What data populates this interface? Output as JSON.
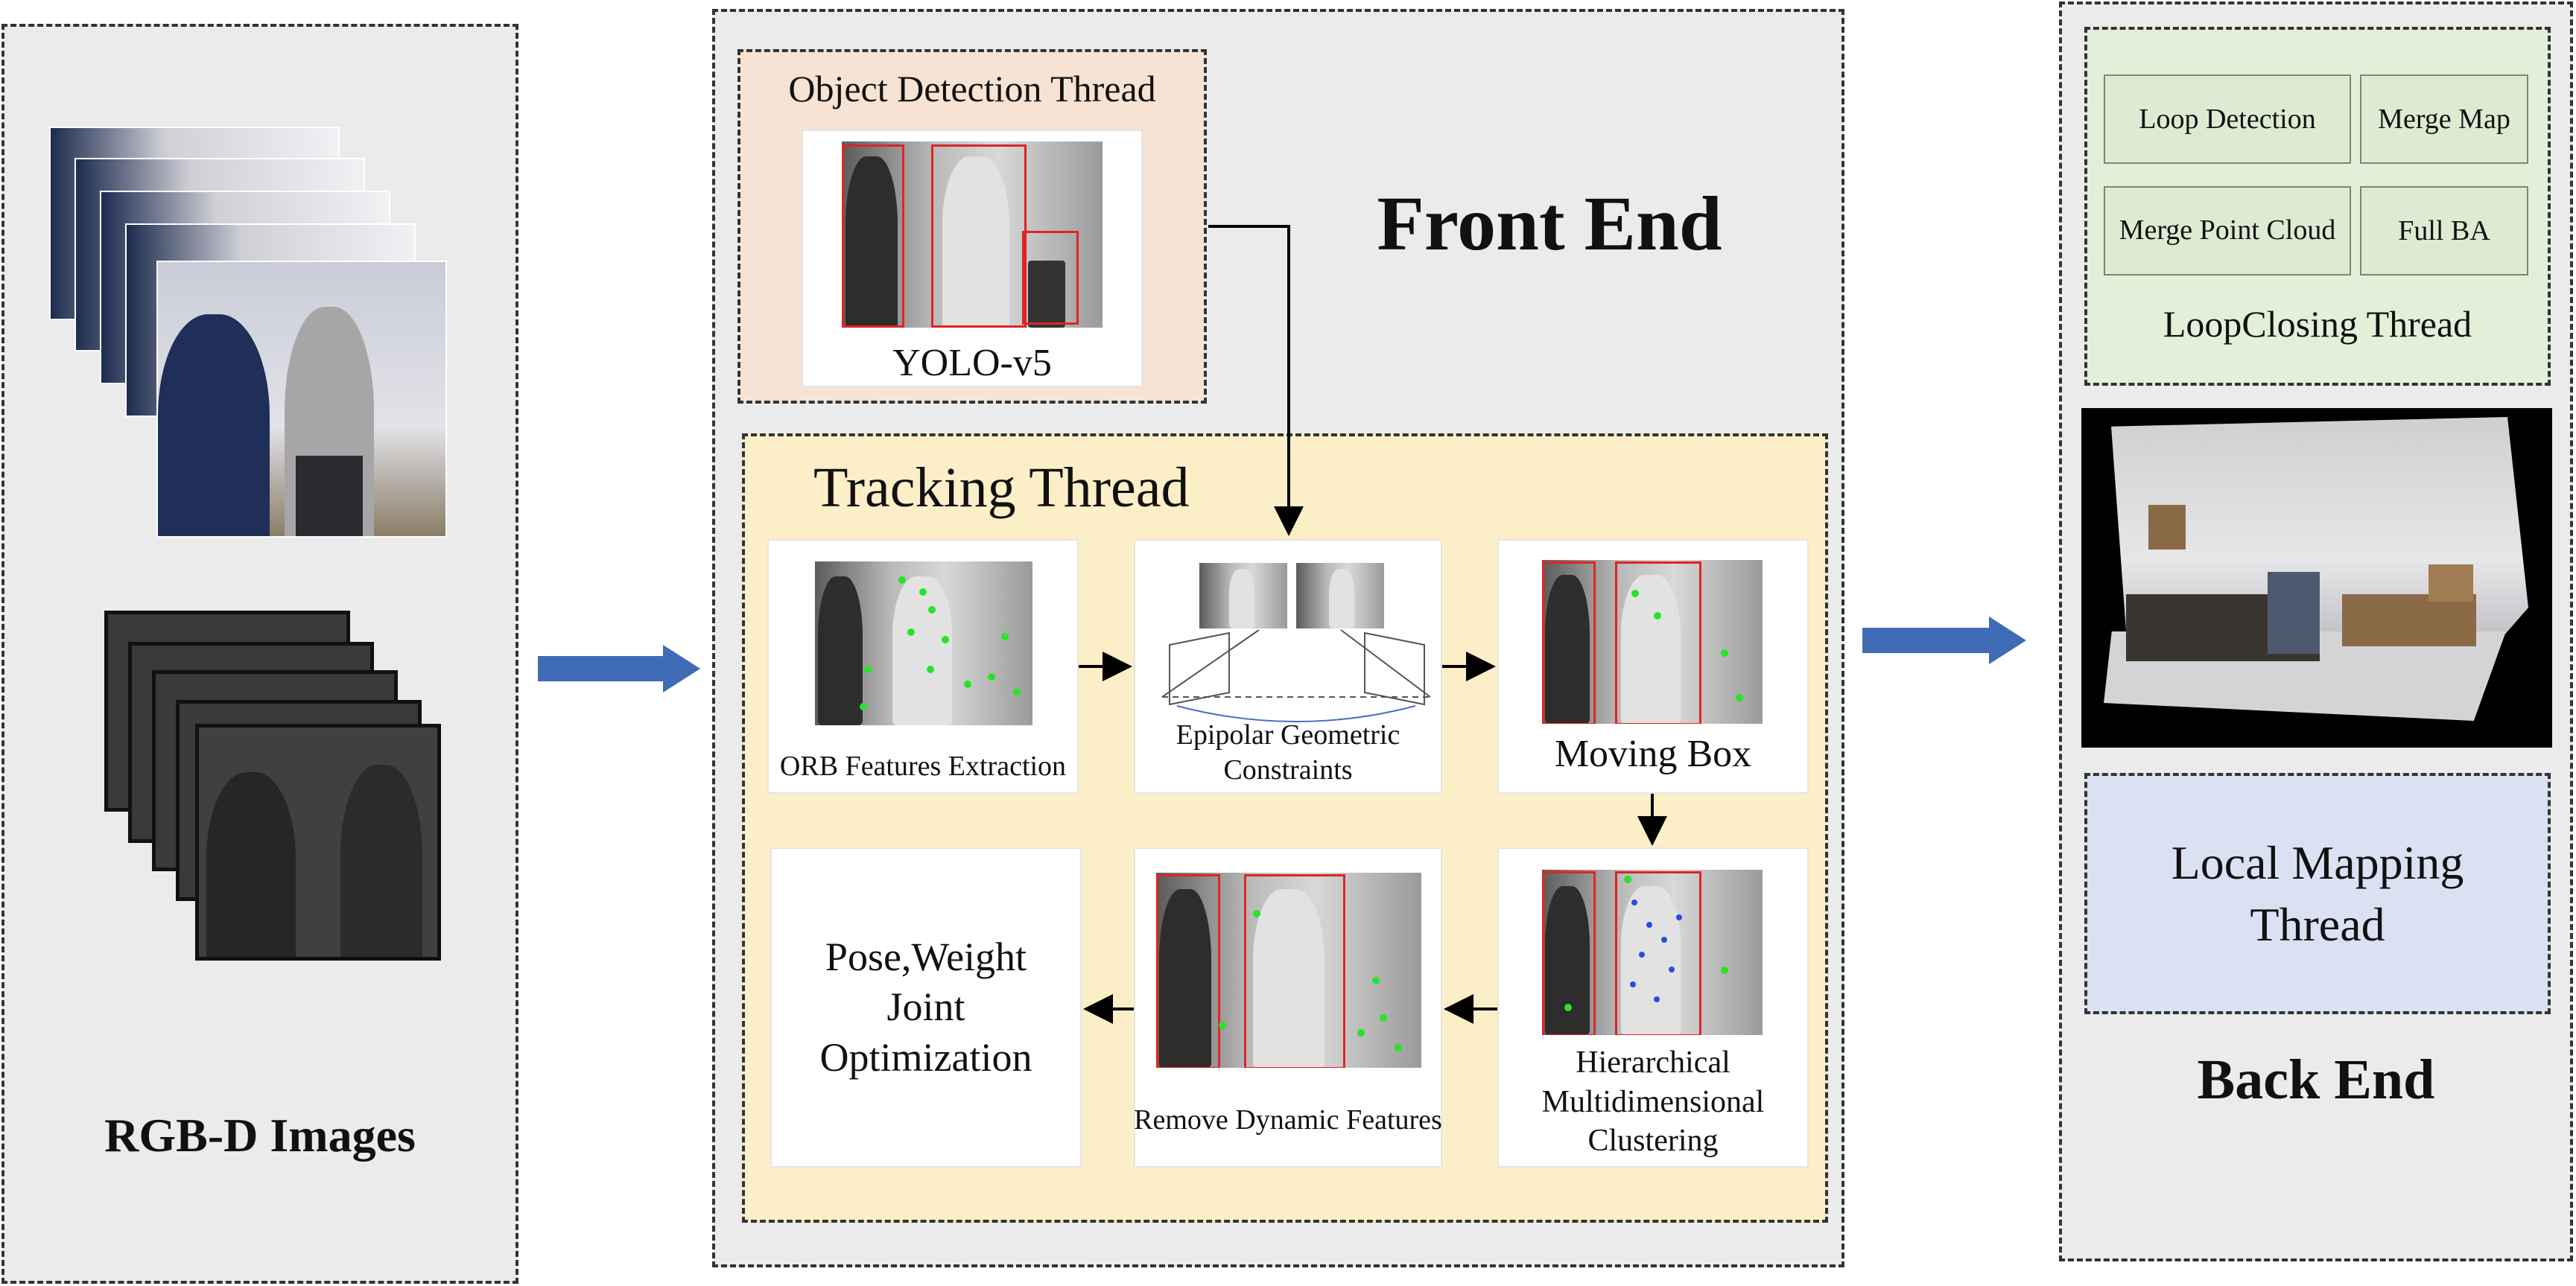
{
  "input": {
    "title": "RGB-D Images"
  },
  "front_end": {
    "title": "Front End",
    "object_detection": {
      "title": "Object Detection Thread",
      "model_label": "YOLO-v5"
    },
    "tracking": {
      "title": "Tracking Thread",
      "steps": {
        "orb": "ORB Features Extraction",
        "epipolar": "Epipolar Geometric Constraints",
        "moving_box": "Moving Box",
        "clustering": "Hierarchical Multidimensional Clustering",
        "remove": "Remove Dynamic Features",
        "pose": "Pose,Weight Joint Optimization"
      }
    }
  },
  "back_end": {
    "title": "Back End",
    "loop_closing": {
      "title": "LoopClosing Thread",
      "items": [
        "Loop Detection",
        "Merge Map",
        "Merge Point Cloud",
        "Full BA"
      ]
    },
    "local_mapping": {
      "title": "Local Mapping Thread"
    }
  },
  "colors": {
    "panel_gray": "#ebebeb",
    "object_detection_bg": "#f7e3d3",
    "tracking_bg": "#fcefc8",
    "loop_closing_bg": "#e2efd9",
    "local_mapping_bg": "#d9e1f2",
    "arrow_blue": "#3f6cb5",
    "bbox_red": "#e02424",
    "feature_green": "#29e329"
  }
}
